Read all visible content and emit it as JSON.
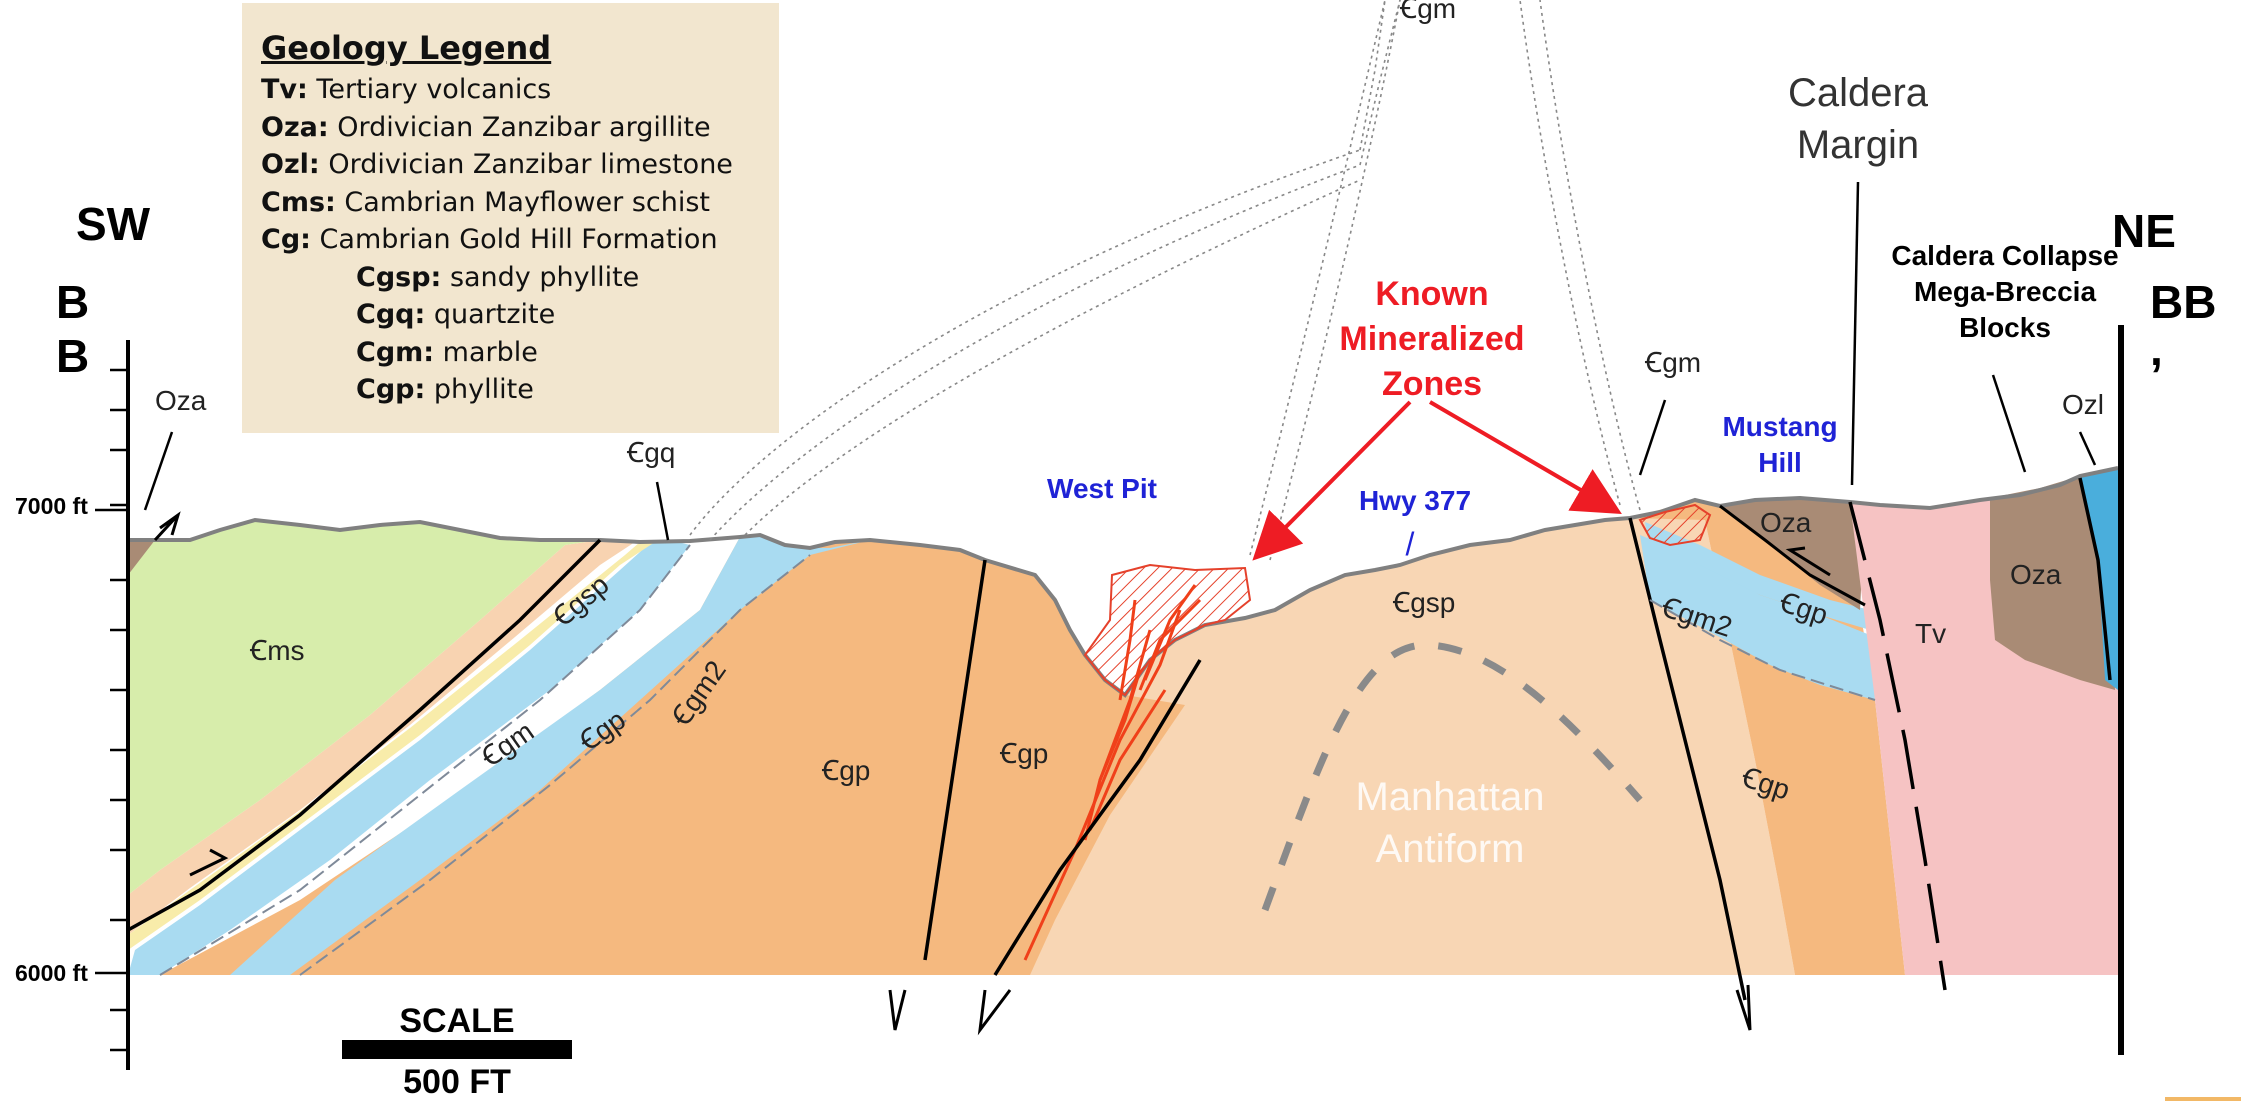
{
  "legend": {
    "title": "Geology Legend",
    "items": [
      {
        "code": "Tv:",
        "name": "Tertiary volcanics"
      },
      {
        "code": "Oza:",
        "name": "Ordivician Zanzibar argillite"
      },
      {
        "code": "Ozl:",
        "name": "Ordivician Zanzibar limestone"
      },
      {
        "code": "Cms:",
        "name": "Cambrian Mayflower schist"
      },
      {
        "code": "Cg:",
        "name": "Cambrian Gold Hill Formation"
      }
    ],
    "subitems": [
      {
        "code": "Cgsp:",
        "name": "sandy phyllite"
      },
      {
        "code": "Cgq:",
        "name": "quartzite"
      },
      {
        "code": "Cgm:",
        "name": "marble"
      },
      {
        "code": "Cgp:",
        "name": "phyllite"
      }
    ]
  },
  "section": {
    "left_end": "SW",
    "right_end": "NE",
    "left_mark_1": "B",
    "left_mark_2": "B",
    "right_mark_1": "BB",
    "right_mark_2": ",",
    "elev_top": "7000 ft",
    "elev_bottom": "6000 ft"
  },
  "units": {
    "oza_left": "Oza",
    "cms": "Ꞓms",
    "cgsp": "Ꞓgsp",
    "cgm": "Ꞓgm",
    "cgp_1": "Ꞓgp",
    "cgm2": "Ꞓgm2",
    "cgq": "Ꞓgq",
    "cgp_2": "Ꞓgp",
    "cgp_3": "Ꞓgp",
    "cgm_top": "Ꞓgm",
    "cgsp_center": "Ꞓgsp",
    "cgm_right": "Ꞓgm",
    "cgm2_right": "Ꞓgm2",
    "cgp_right_small": "Ꞓgp",
    "cgp_right_big": "Ꞓgp",
    "oza_right_small": "Oza",
    "oza_right": "Oza",
    "tv": "Tv",
    "ozl": "Ozl"
  },
  "labels": {
    "west_pit": "West Pit",
    "hwy": "Hwy 377",
    "hwy_mark": "/",
    "mustang_1": "Mustang",
    "mustang_2": "Hill",
    "known_1": "Known",
    "known_2": "Mineralized",
    "known_3": "Zones",
    "caldera_1": "Caldera",
    "caldera_2": "Margin",
    "collapse_1": "Caldera Collapse",
    "collapse_2": "Mega-Breccia",
    "collapse_3": "Blocks",
    "antiform_1": "Manhattan",
    "antiform_2": "Antiform"
  },
  "scale": {
    "title": "SCALE",
    "value": "500 FT"
  },
  "colors": {
    "cms": "#d7edab",
    "cgsp": "#f8d3b1",
    "cgq": "#f8ecaa",
    "cgm": "#a9dbf1",
    "cgp": "#f5b97f",
    "cgsp_core": "#f8d6b4",
    "oza": "#a98b75",
    "tv": "#f6c3c3",
    "ozl": "#4aaedc",
    "red": "#ee1c24",
    "blue": "#1f23d6"
  }
}
